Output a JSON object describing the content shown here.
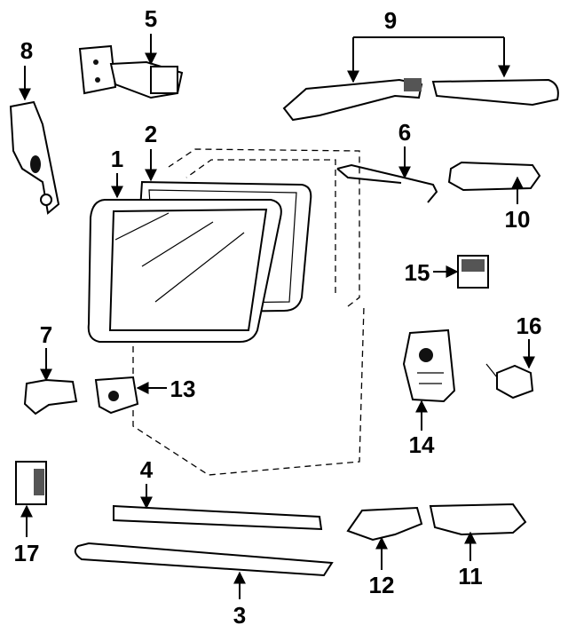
{
  "callouts": [
    {
      "id": "p1",
      "label": "1"
    },
    {
      "id": "p2",
      "label": "2"
    },
    {
      "id": "p3",
      "label": "3"
    },
    {
      "id": "p4",
      "label": "4"
    },
    {
      "id": "p5",
      "label": "5"
    },
    {
      "id": "p6",
      "label": "6"
    },
    {
      "id": "p7",
      "label": "7"
    },
    {
      "id": "p8",
      "label": "8"
    },
    {
      "id": "p9",
      "label": "9"
    },
    {
      "id": "p10",
      "label": "10"
    },
    {
      "id": "p11",
      "label": "11"
    },
    {
      "id": "p12",
      "label": "12"
    },
    {
      "id": "p13",
      "label": "13"
    },
    {
      "id": "p14",
      "label": "14"
    },
    {
      "id": "p15",
      "label": "15"
    },
    {
      "id": "p16",
      "label": "16"
    },
    {
      "id": "p17",
      "label": "17"
    }
  ],
  "colors": {
    "line": "#000000",
    "background": "#ffffff"
  }
}
